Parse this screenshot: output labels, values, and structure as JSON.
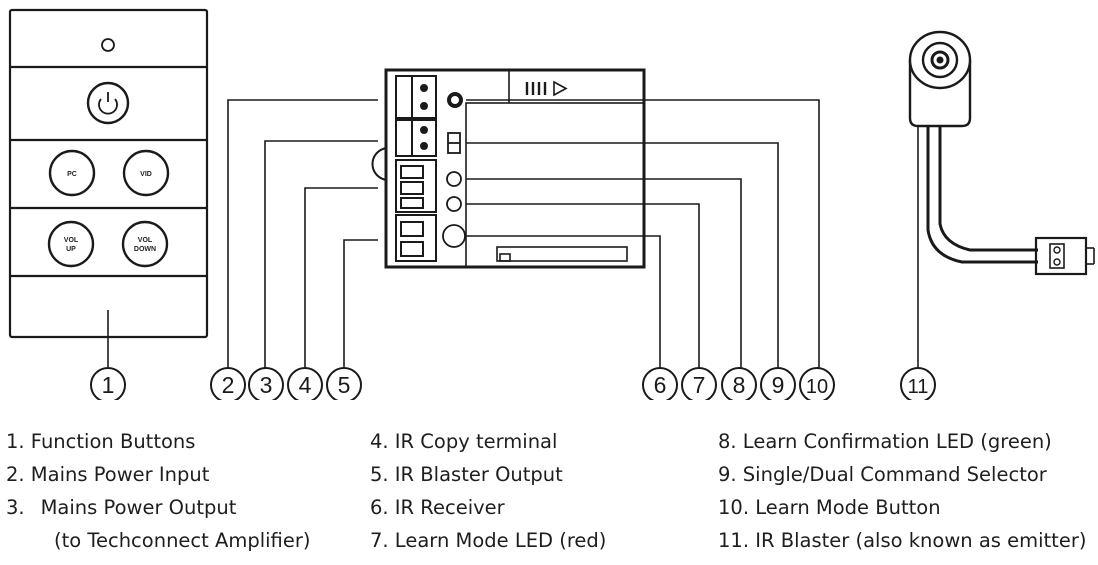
{
  "remote": {
    "buttons": {
      "power_icon": "power-icon",
      "pc": "PC",
      "vid": "VID",
      "vol_up_line1": "VOL",
      "vol_up_line2": "UP",
      "vol_down_line1": "VOL",
      "vol_down_line2": "DOWN"
    }
  },
  "callouts": [
    "1",
    "2",
    "3",
    "4",
    "5",
    "6",
    "7",
    "8",
    "9",
    "10",
    "11"
  ],
  "legend": {
    "col1": [
      "1.  Function Buttons",
      "2.  Mains Power Input",
      "3.",
      "Mains Power Output",
      "(to Techconnect Amplifier)"
    ],
    "col2": [
      "4.  IR Copy terminal",
      "5.  IR Blaster Output",
      "6.  IR Receiver",
      "7.  Learn Mode LED (red)"
    ],
    "col3": [
      "8.   Learn Confirmation LED (green)",
      "9.   Single/Dual Command Selector",
      "10. Learn Mode Button",
      "11.  IR Blaster (also known as emitter)"
    ]
  }
}
